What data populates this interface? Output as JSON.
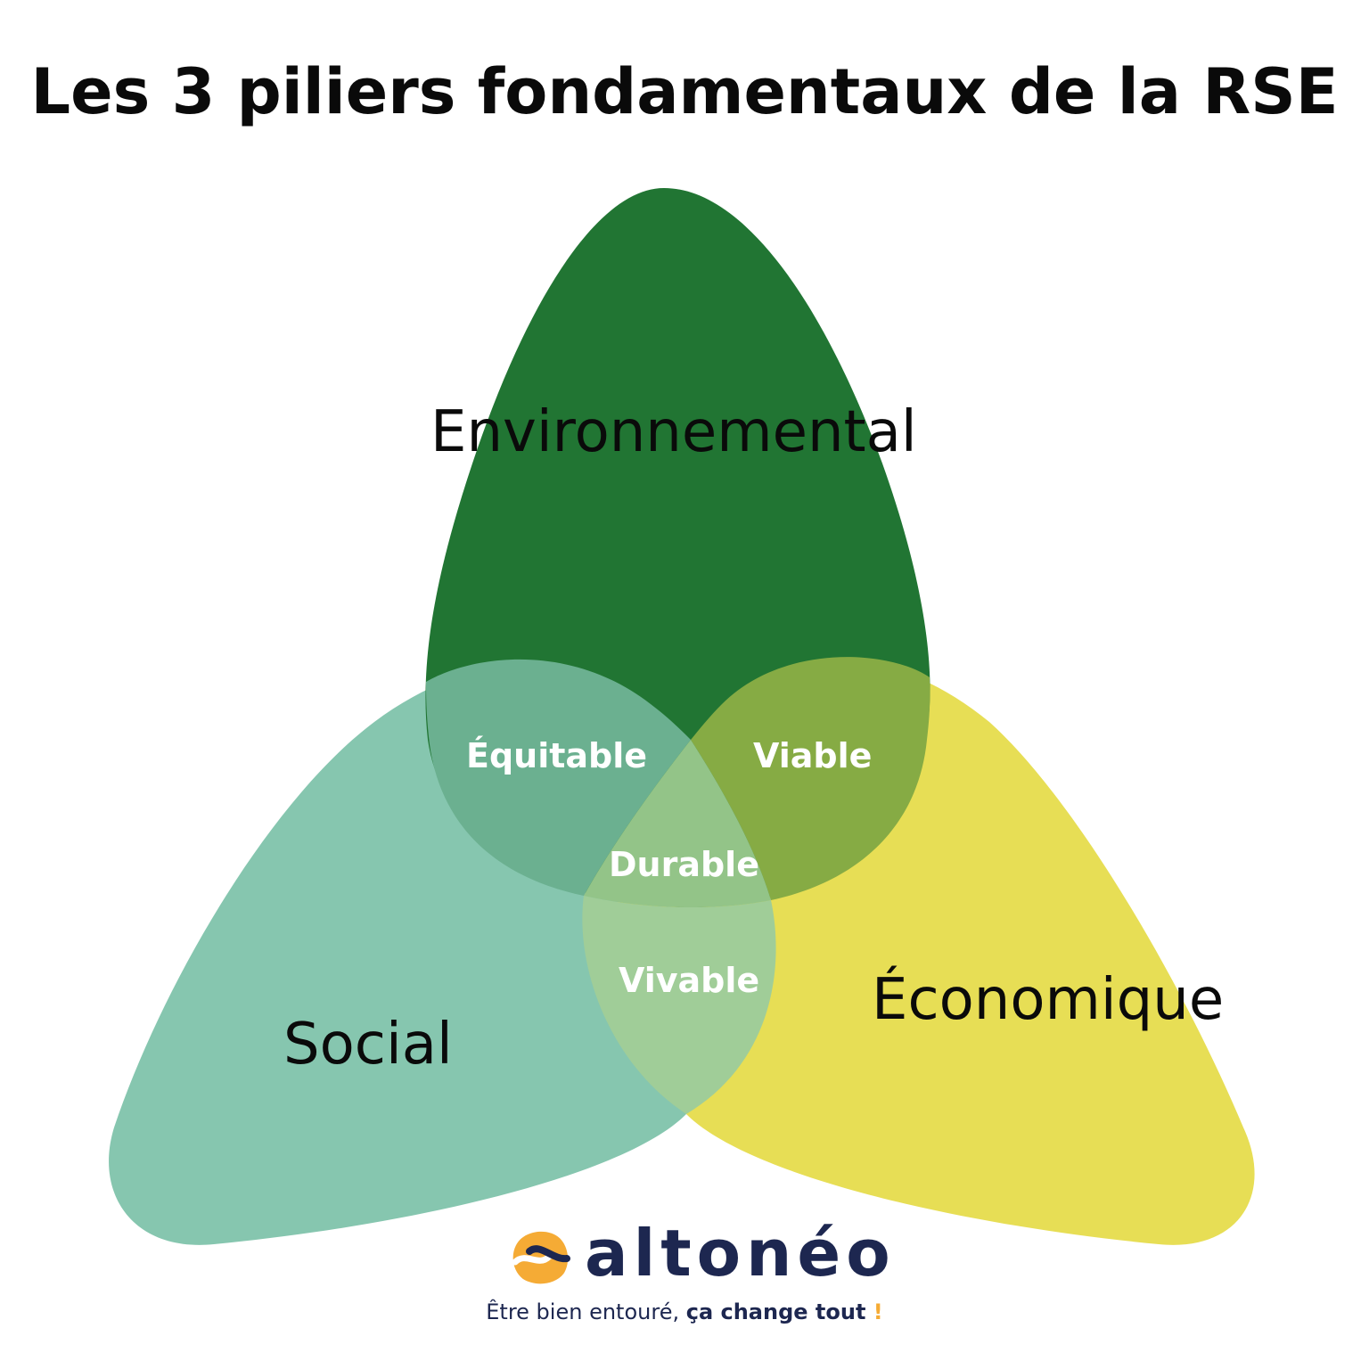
{
  "title": "Les 3 piliers fondamentaux de la RSE",
  "pillars": {
    "environmental": {
      "label": "Environnemental",
      "color": "#217533"
    },
    "social": {
      "label": "Social",
      "color": "#86c6af"
    },
    "economic": {
      "label": "Économique",
      "color": "#e7de55"
    }
  },
  "intersections": {
    "env_social": {
      "label": "Équitable",
      "color": "#6bb090"
    },
    "env_econ": {
      "label": "Viable",
      "color": "#86ab44"
    },
    "social_econ": {
      "label": "Vivable",
      "color": "#a0cd98"
    },
    "center": {
      "label": "Durable",
      "color": "#93c488"
    }
  },
  "brand": {
    "name": "altonéo",
    "primary_color": "#1d2750",
    "accent_color": "#f5ab35",
    "tagline_regular": "Être bien entouré, ",
    "tagline_bold": "ça change tout",
    "tagline_mark": " !"
  }
}
